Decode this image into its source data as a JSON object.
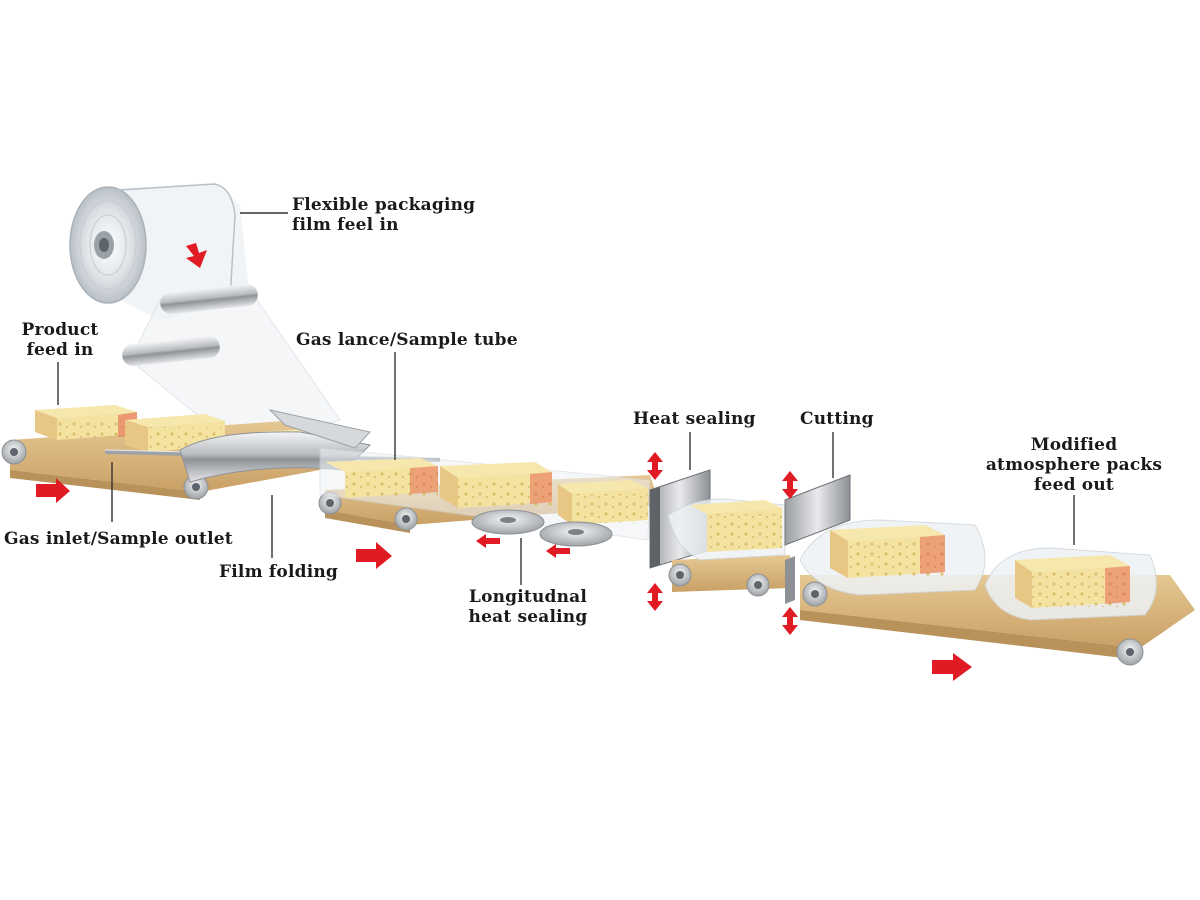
{
  "labels": {
    "film_feed": [
      "Flexible packaging",
      "film feel in"
    ],
    "product_feed": [
      "Product",
      "feed in"
    ],
    "gas_lance": "Gas lance/Sample tube",
    "gas_inlet": "Gas inlet/Sample outlet",
    "film_folding": "Film folding",
    "longitudinal": [
      "Longitudnal",
      "heat sealing"
    ],
    "heat_sealing": "Heat sealing",
    "cutting": "Cutting",
    "map_out": [
      "Modified",
      "atmosphere packs",
      "feed out"
    ]
  },
  "colors": {
    "belt": "#d9b679",
    "belt_dark": "#b8925a",
    "cheese": "#f3e2a0",
    "cheese_dark": "#e3c77a",
    "cheese_side": "#efcf86",
    "label_red": "#e0403a",
    "arrow_red": "#e01b24",
    "metal": "#c7c9cc",
    "text": "#1a1a1a"
  },
  "icons": {
    "flow_arrow": "right-arrow-icon",
    "motion_arrow": "up-down-arrow-icon",
    "rotation_arrow": "left-arrow-icon"
  }
}
